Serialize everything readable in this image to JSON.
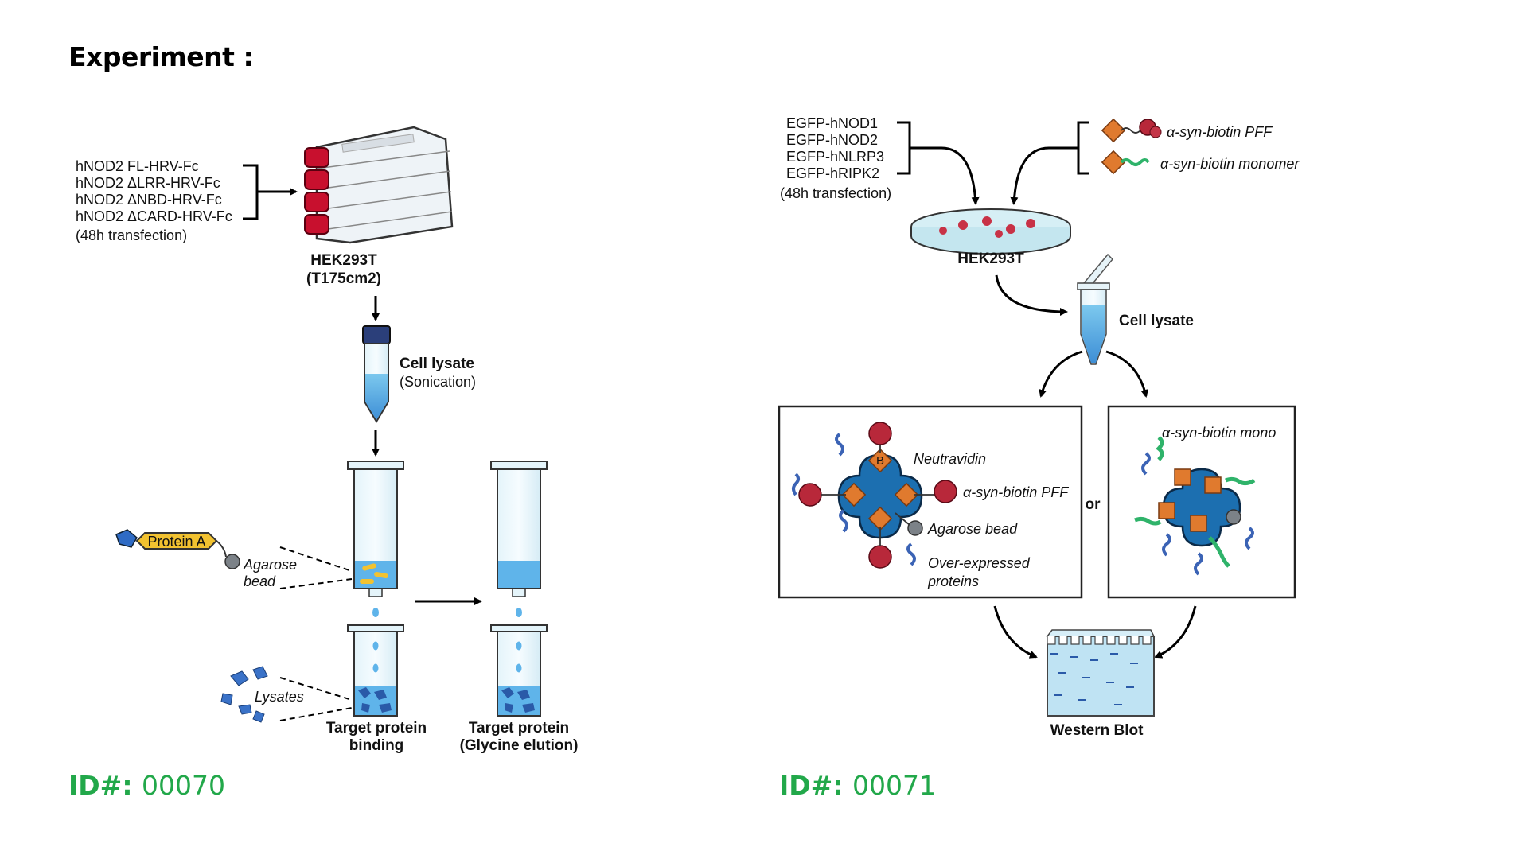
{
  "heading": "Experiment :",
  "left": {
    "id_prefix": "ID#:",
    "id_number": "00070",
    "constructs": [
      "hNOD2 FL-HRV-Fc",
      "hNOD2 ΔLRR-HRV-Fc",
      "hNOD2 ΔNBD-HRV-Fc",
      "hNOD2 ΔCARD-HRV-Fc",
      "(48h transfection)"
    ],
    "cells": "HEK293T",
    "flask": "(T175cm2)",
    "lysate_title": "Cell lysate",
    "lysate_sub": "(Sonication)",
    "protein_a": "Protein A",
    "agarose_1": "Agarose",
    "agarose_2": "bead",
    "lysates": "Lysates",
    "binding_1": "Target protein",
    "binding_2": "binding",
    "elution_1": "Target protein",
    "elution_2": "(Glycine elution)"
  },
  "right": {
    "id_prefix": "ID#:",
    "id_number": "00071",
    "constructs": [
      "EGFP-hNOD1",
      "EGFP-hNOD2",
      "EGFP-hNLRP3",
      "EGFP-hRIPK2",
      "(48h transfection)"
    ],
    "pff": "α-syn-biotin PFF",
    "monomer": "α-syn-biotin monomer",
    "cells": "HEK293T",
    "lysate": "Cell lysate",
    "box1": {
      "neutravidin": "Neutravidin",
      "pff": "α-syn-biotin PFF",
      "agarose": "Agarose bead",
      "over_1": "Over-expressed",
      "over_2": "proteins"
    },
    "or": "or",
    "box2": {
      "mono": "α-syn-biotin mono"
    },
    "biotin_letter": "B",
    "western": "Western Blot"
  }
}
